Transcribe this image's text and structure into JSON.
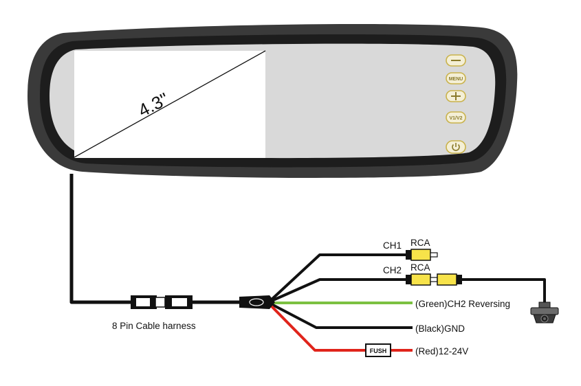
{
  "screen_size_label": "4.3\"",
  "buttons": {
    "minus": "−",
    "menu": "MENU",
    "plus": "+",
    "v1v2": "V1/V2",
    "power": "⏻"
  },
  "labels": {
    "ch1": "CH1",
    "ch1_rca": "RCA",
    "ch2": "CH2",
    "ch2_rca": "RCA",
    "green_wire": "(Green)CH2 Reversing",
    "black_wire": "(Black)GND",
    "red_wire": "(Red)12-24V",
    "fuse": "FUSH",
    "harness": "8 Pin Cable harness"
  },
  "colors": {
    "mirror_frame": "#2a2a2a",
    "screen": "#d9d9d9",
    "button_ring": "#c9b24a",
    "wire_green": "#7cc142",
    "wire_red": "#e0241b",
    "wire_black": "#111111",
    "rca_yellow": "#f7e34a"
  }
}
